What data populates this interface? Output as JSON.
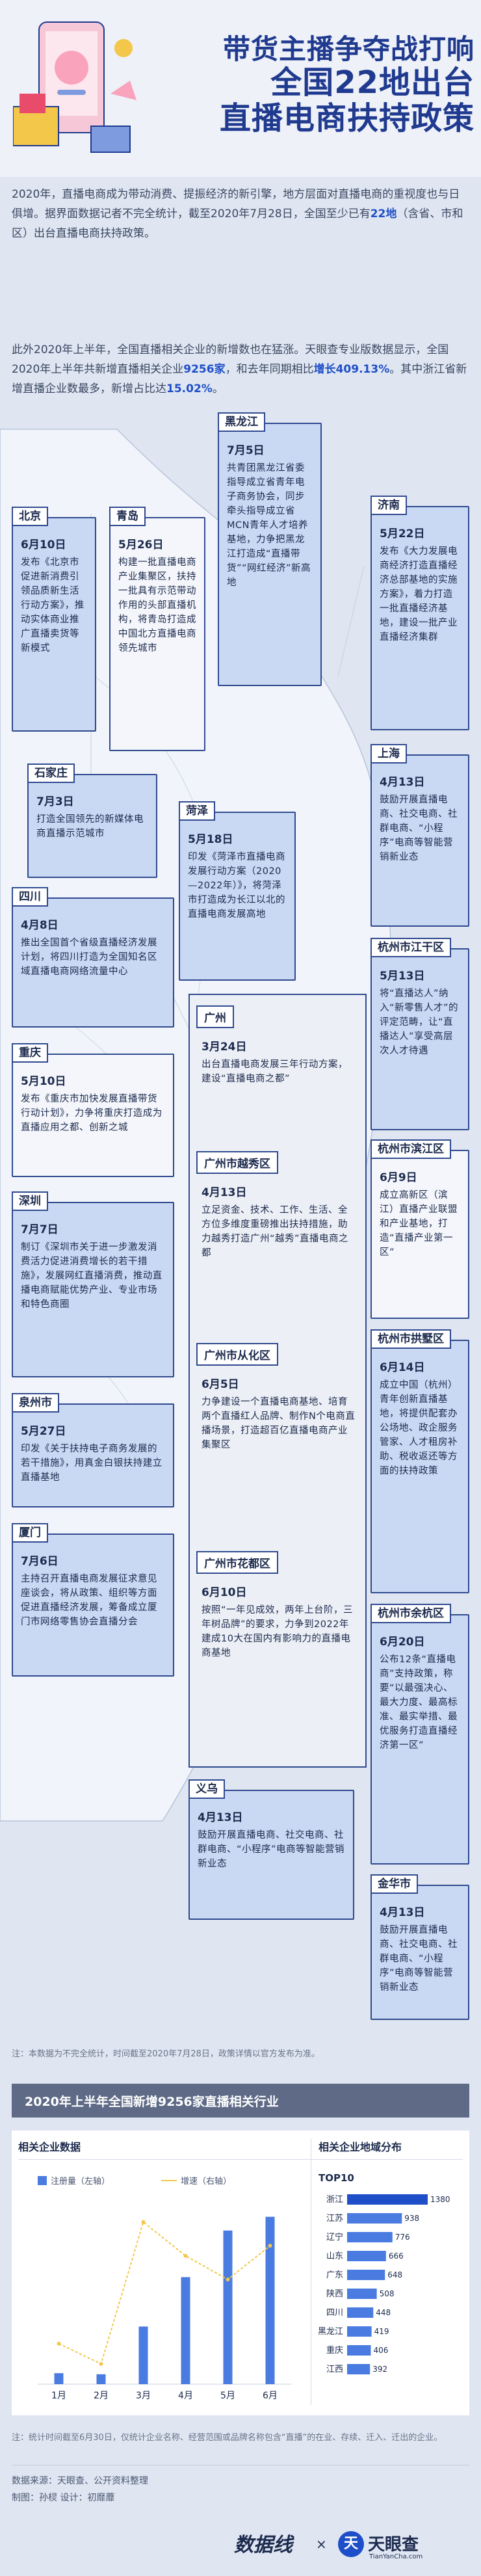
{
  "header": {
    "title_line1": "带货主播争夺战打响",
    "title_line2": "全国22地出台",
    "title_line3": "直播电商扶持政策"
  },
  "intro": {
    "p1_a": "2020年，直播电商成为带动消费、提振经济的新引擎，地方层面对直播电商的重视度也与日俱增。据界面数据记者不完全统计，截至2020年7月28日，全国至少已有",
    "p1_hl": "22地",
    "p1_b": "（含省、市和区）出台直播电商扶持政策。",
    "p2_a": "此外2020年上半年，全国直播相关企业的新增数也在猛涨。天眼查专业版数据显示，全国2020年上半年共新增直播相关企业",
    "p2_hl1": "9256家",
    "p2_b": "，和去年同期相比",
    "p2_hl2": "增长409.13%",
    "p2_c": "。其中浙江省新增直播企业数最多，新增占比达",
    "p2_hl3": "15.02%",
    "p2_d": "。"
  },
  "cards": {
    "heilongjiang": {
      "city": "黑龙江",
      "date": "7月5日",
      "text": "共青团黑龙江省委指导成立省青年电子商务协会，同步牵头指导成立省MCN青年人才培养基地，力争把黑龙江打造成“直播带货”“网红经济”新高地"
    },
    "beijing": {
      "city": "北京",
      "date": "6月10日",
      "text": "发布《北京市促进新消费引领品质新生活行动方案》，推动实体商业推广直播卖货等新模式"
    },
    "qingdao": {
      "city": "青岛",
      "date": "5月26日",
      "text": "构建一批直播电商产业集聚区，扶持一批具有示范带动作用的头部直播机构，将青岛打造成中国北方直播电商领先城市"
    },
    "jinan": {
      "city": "济南",
      "date": "5月22日",
      "text": "发布《大力发展电商经济打造直播经济总部基地的实施方案》，着力打造一批直播经济基地，建设一批产业直播经济集群"
    },
    "shijiazhuang": {
      "city": "石家庄",
      "date": "7月3日",
      "text": "打造全国领先的新媒体电商直播示范城市"
    },
    "heze": {
      "city": "菏泽",
      "date": "5月18日",
      "text": "印发《菏泽市直播电商发展行动方案（2020—2022年）》，将菏泽市打造成为长江以北的直播电商发展高地"
    },
    "shanghai": {
      "city": "上海",
      "date": "4月13日",
      "text": "鼓励开展直播电商、社交电商、社群电商、“小程序”电商等智能营销新业态"
    },
    "sichuan": {
      "city": "四川",
      "date": "4月8日",
      "text": "推出全国首个省级直播经济发展计划，将四川打造为全国知名区域直播电商网络流量中心"
    },
    "jianggan": {
      "city": "杭州市江干区",
      "date": "5月13日",
      "text": "将“直播达人”纳入“新零售人才”的评定范畴，让“直播达人”享受高层次人才待遇"
    },
    "chongqing": {
      "city": "重庆",
      "date": "5月10日",
      "text": "发布《重庆市加快发展直播带货行动计划》，力争将重庆打造成为直播应用之都、创新之城"
    },
    "binjiang": {
      "city": "杭州市滨江区",
      "date": "6月9日",
      "text": "成立高新区（滨江）直播产业联盟和产业基地，打造“直播产业第一区”"
    },
    "shenzhen": {
      "city": "深圳",
      "date": "7月7日",
      "text": "制订《深圳市关于进一步激发消费活力促进消费增长的若干措施》，发展网红直播消费，推动直播电商赋能优势产业、专业市场和特色商圈"
    },
    "gongshu": {
      "city": "杭州市拱墅区",
      "date": "6月14日",
      "text": "成立中国（杭州）青年创新直播基地，将提供配套办公场地、政企服务管家、人才租房补助、税收返还等方面的扶持政策"
    },
    "quanzhou": {
      "city": "泉州市",
      "date": "5月27日",
      "text": "印发《关于扶持电子商务发展的若干措施》，用真金白银扶持建立直播基地"
    },
    "yuhang": {
      "city": "杭州市余杭区",
      "date": "6月20日",
      "text": "公布12条“直播电商”支持政策，称要“以最强决心、最大力度、最高标准、最实举措、最优服务打造直播经济第一区”"
    },
    "xiamen": {
      "city": "厦门",
      "date": "7月6日",
      "text": "主持召开直播电商发展征求意见座谈会，将从政策、组织等方面促进直播经济发展，筹备成立厦门市网络零售协会直播分会"
    },
    "yiwu": {
      "city": "义乌",
      "date": "4月13日",
      "text": "鼓励开展直播电商、社交电商、社群电商、“小程序”电商等智能营销新业态"
    },
    "jinhua": {
      "city": "金华市",
      "date": "4月13日",
      "text": "鼓励开展直播电商、社交电商、社群电商、“小程序”电商等智能营销新业态"
    }
  },
  "guangzhou_panel": [
    {
      "city": "广州",
      "date": "3月24日",
      "text": "出台直播电商发展三年行动方案，建设“直播电商之都”"
    },
    {
      "city": "广州市越秀区",
      "date": "4月13日",
      "text": "立足资金、技术、工作、生活、全方位多维度重磅推出扶持措施，助力越秀打造广州“越秀”直播电商之都"
    },
    {
      "city": "广州市从化区",
      "date": "6月5日",
      "text": "力争建设一个直播电商基地、培育两个直播红人品牌、制作N个电商直播场景，打造超百亿直播电商产业集聚区"
    },
    {
      "city": "广州市花都区",
      "date": "6月10日",
      "text": "按照“一年见成效，两年上台阶，三年树品牌”的要求，力争到2022年建成10大在国内有影响力的直播电商基地"
    }
  ],
  "note1": "注：本数据为不完全统计，时间截至2020年7月28日，政策详情以官方发布为准。",
  "chart_section": {
    "banner": "2020年上半年全国新增9256家直播相关行业",
    "left_title": "相关企业数据",
    "right_title": "相关企业地域分布",
    "legend_bar": "注册量（左轴）",
    "legend_line": "增速（右轴）",
    "top10_label": "TOP10"
  },
  "chart_data": [
    {
      "type": "bar",
      "title": "相关企业数据",
      "categories": [
        "1月",
        "2月",
        "3月",
        "4月",
        "5月",
        "6月"
      ],
      "series": [
        {
          "name": "注册量（左轴）",
          "values": [
            200,
            180,
            1050,
            1950,
            2800,
            3050
          ]
        },
        {
          "name": "增速（右轴）",
          "values": [
            120,
            60,
            480,
            380,
            310,
            410
          ]
        }
      ]
    },
    {
      "type": "bar",
      "title": "相关企业地域分布",
      "categories": [
        "浙江",
        "江苏",
        "辽宁",
        "山东",
        "广东",
        "陕西",
        "四川",
        "黑龙江",
        "重庆",
        "江西"
      ],
      "values": [
        1380,
        938,
        776,
        666,
        648,
        508,
        448,
        419,
        406,
        392
      ]
    }
  ],
  "note2": "注：统计时间截至6月30日，仅统计企业名称、经营范围或品牌名称包含“直播”的在业、存续、迁入、迁出的企业。",
  "footer": {
    "source": "数据来源：天眼查、公开资料整理",
    "author": "制图：孙棂    设计：初靡蘼",
    "logo1": "数据线",
    "logo_x": "×",
    "logo_tyc_mark": "天",
    "logo_tyc_name": "天眼查",
    "logo_tyc_url": "TianYanCha.com"
  },
  "colors": {
    "navy": "#1f3a8f",
    "accent_blue": "#1f4fc8",
    "bar_blue": "#4a7be0",
    "line_yellow": "#f3c74a",
    "card_border": "#2f4a8f",
    "card_blue": "#c9d8f3",
    "page_bg": "#dfe6f2"
  }
}
